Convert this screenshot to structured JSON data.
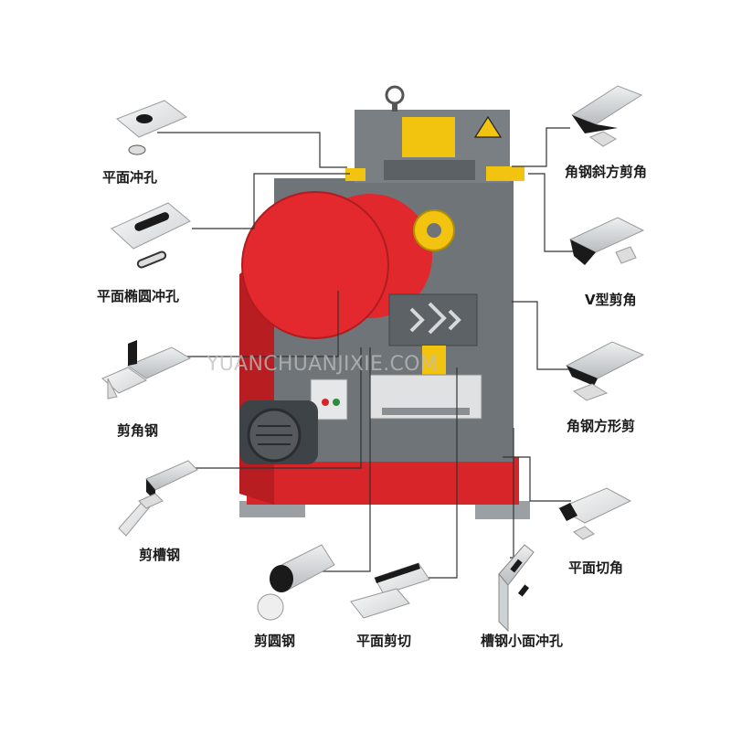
{
  "watermark": "YUANCHUANJIXIE.COM",
  "labels": {
    "flat_punch": "平面冲孔",
    "flat_oval_punch": "平面椭圆冲孔",
    "angle_cut": "剪角钢",
    "channel_cut": "剪槽钢",
    "round_cut": "剪圆钢",
    "flat_shear": "平面剪切",
    "channel_small_punch": "槽钢小面冲孔",
    "angle_bevel_corner": "角钢斜方剪角",
    "v_corner": "V型剪角",
    "angle_square_cut": "角钢方形剪",
    "flat_notch": "平面切角"
  },
  "colors": {
    "machine_gray": "#6f7478",
    "machine_red": "#d8252a",
    "accent_yellow": "#f2c40f",
    "leader_line": "#333333"
  }
}
